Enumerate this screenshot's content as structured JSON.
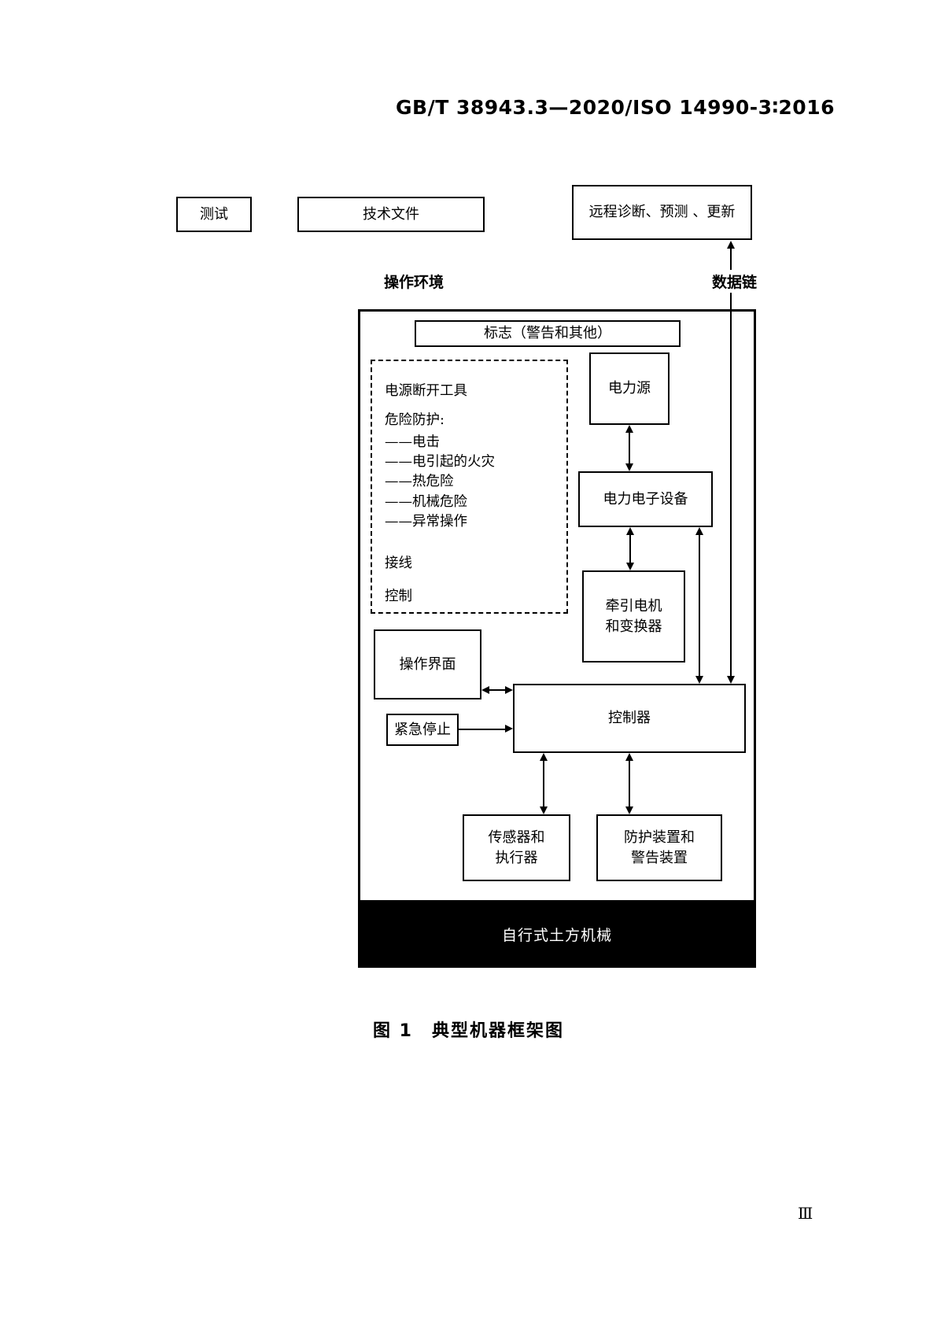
{
  "page": {
    "header_code": "GB/T 38943.3—2020/ISO 14990-3∶2016",
    "caption": "图 1　典型机器框架图",
    "page_number": "Ⅲ"
  },
  "diagram": {
    "external_boxes": {
      "test": "测试",
      "tech_docs": "技术文件",
      "remote": "远程诊断、预测 、更新"
    },
    "labels": {
      "operating_environment": "操作环境",
      "data_link": "数据链"
    },
    "machine": {
      "signs": "标志（警告和其他）",
      "dashed_panel": {
        "lines": [
          "电源断开工具",
          "危险防护:",
          "——电击",
          "——电引起的火灾",
          "——热危险",
          "——机械危险",
          "——异常操作",
          "接线",
          "控制"
        ]
      },
      "power_source": "电力源",
      "power_electronics": "电力电子设备",
      "traction_motor": "牵引电机\n和变换器",
      "operator_interface": "操作界面",
      "emergency_stop": "紧急停止",
      "controller": "控制器",
      "sensors_actuators": "传感器和\n执行器",
      "guards_warning": "防护装置和\n警告装置",
      "machine_label": "自行式土方机械"
    }
  },
  "colors": {
    "ink": "#000000",
    "paper": "#ffffff"
  }
}
